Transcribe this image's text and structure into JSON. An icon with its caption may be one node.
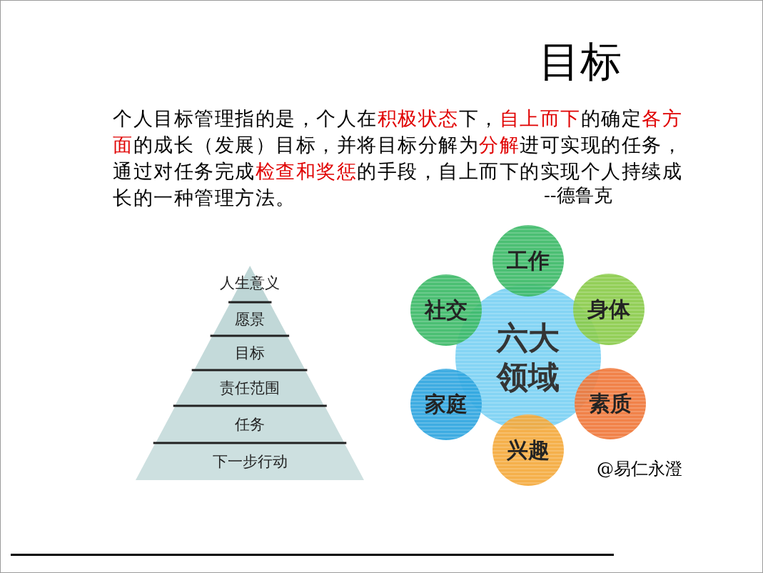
{
  "diagram": {
    "title": "目标",
    "nodes": [
      {
        "text": [
          "人生意义"
        ]
      },
      {
        "text": [
          "愿景"
        ]
      },
      {
        "text": [
          "目标"
        ]
      },
      {
        "text": [
          "责任范围"
        ]
      },
      {
        "text": [
          "任务"
        ]
      },
      {
        "text": [
          "下一步行动"
        ]
      },
      {
        "text": [
          "六大领域"
        ]
      },
      {
        "text": [
          "工作"
        ]
      },
      {
        "text": [
          "身体"
        ]
      },
      {
        "text": [
          "素质"
        ]
      },
      {
        "text": [
          "兴趣"
        ]
      },
      {
        "text": [
          "家庭"
        ]
      },
      {
        "text": [
          "社交"
        ]
      }
    ],
    "labels": [
      "个人目标管理指的是，个人在**积极状态**下，**自上而下**的确定**各方面**的成长（发展）目标，并将目标分解为**分解**进可实现的任务，通过对任务完成**检查和奖惩**的手段，自上而下的实现个人持续成长的一种管理方法。",
      "--德鲁克",
      "@易仁永澄"
    ]
  }
}
